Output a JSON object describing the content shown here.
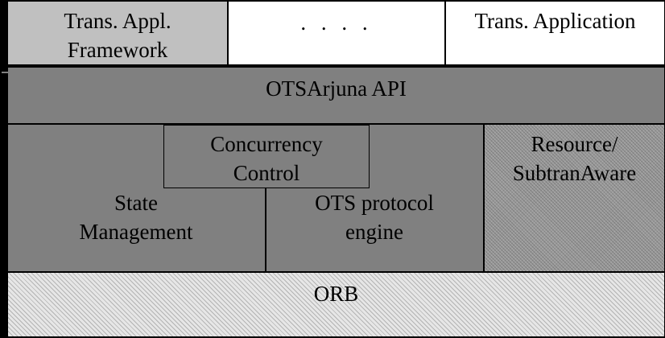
{
  "top_row": {
    "framework_label": "Trans. Appl.\nFramework",
    "ellipsis_label": ". . . .",
    "application_label": "Trans. Application"
  },
  "api": {
    "label": "OTSArjuna API"
  },
  "middle": {
    "concurrency_label": "Concurrency\nControl",
    "state_management_label": "State\nManagement",
    "ots_engine_label": "OTS protocol\nengine",
    "resource_label": "Resource/\nSubtranAware"
  },
  "bottom": {
    "orb_label": "ORB"
  },
  "colors": {
    "background": "#000000",
    "framework_fill": "#c0c0c0",
    "white_fill": "#ffffff",
    "layer_fill": "#808080",
    "resource_fill": "#9a9a9a",
    "orb_fill": "#e6e6e6"
  }
}
